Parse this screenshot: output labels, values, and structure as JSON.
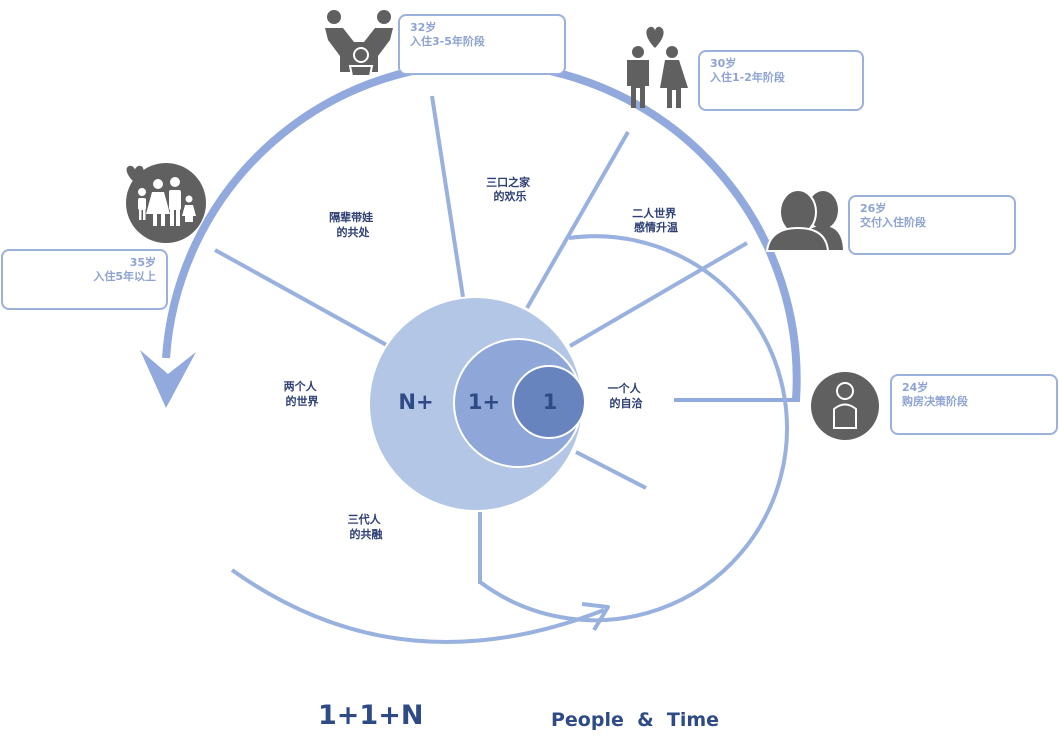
{
  "title": "1+1+N",
  "subtitle": "People  &  Time",
  "circles": {
    "outer": "N+",
    "middle": "1+",
    "inner": "1"
  },
  "segments": [
    {
      "id": "one-person",
      "line1": "一个人",
      "line2": "的自洽"
    },
    {
      "id": "two-person-world",
      "line1": "二人世界",
      "line2": "感情升温"
    },
    {
      "id": "family-of-three",
      "line1": "三口之家",
      "line2": "的欢乐"
    },
    {
      "id": "grandparents",
      "line1": "隔辈带娃",
      "line2": "的共处"
    },
    {
      "id": "two-people",
      "line1": "两个人",
      "line2": "的世界"
    },
    {
      "id": "three-generations",
      "line1": "三代人",
      "line2": "的共融"
    }
  ],
  "stages": [
    {
      "age": "24岁",
      "text": "购房决策阶段"
    },
    {
      "age": "26岁",
      "text": "交付入住阶段"
    },
    {
      "age": "30岁",
      "text": "入住1-2年阶段"
    },
    {
      "age": "32岁",
      "text": "入住3-5年阶段"
    },
    {
      "age": "35岁",
      "text": "入住5年以上"
    }
  ],
  "icons": [
    "single-person-icon",
    "couple-silhouette-icon",
    "couple-heart-icon",
    "family-hug-icon",
    "family-heart-icon"
  ],
  "colors": {
    "arrow": "#91a9dc",
    "line": "#99b1df",
    "circle_outer": "#b3c6e6",
    "circle_middle": "#8ea7d8",
    "circle_inner": "#6884bf",
    "icon": "#606060",
    "text_dark": "#2e3f74",
    "text_light": "#8ea3d4"
  }
}
